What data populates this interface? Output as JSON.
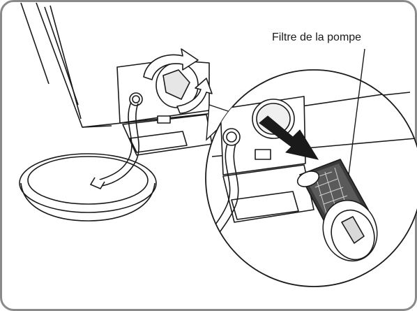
{
  "callout": {
    "label": "Filtre de la pompe"
  },
  "icons": {
    "frame": "rounded-frame",
    "washer": "washing-machine-corner",
    "pan": "drain-pan",
    "hose": "drain-hose",
    "filter": "pump-filter",
    "rotate_arrows": "rotate-counterclockwise-icon",
    "pull_arrow": "pull-out-arrow-icon",
    "magnifier": "zoom-detail-circle"
  },
  "colors": {
    "line": "#1a1a1a",
    "frame_border": "#8a8a8a",
    "background": "#ffffff"
  }
}
